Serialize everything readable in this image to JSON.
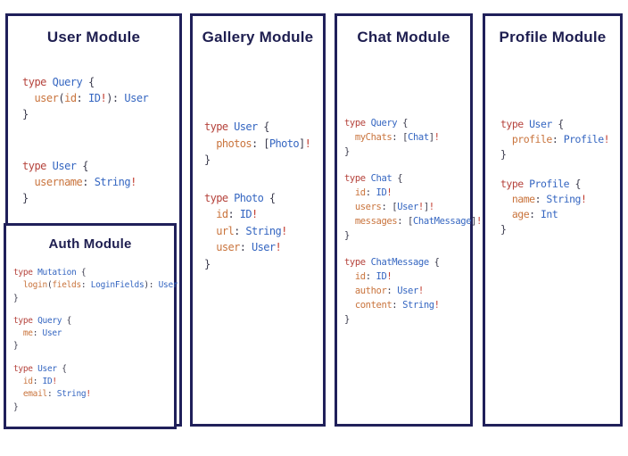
{
  "colors": {
    "panel_border": "#20205a",
    "title_text": "#1e1e50",
    "keyword_red": "#b5433c",
    "type_blue": "#3566c1",
    "field_orange": "#c9743d",
    "punctuation_dark": "#3b3b4d",
    "bang_red": "#c13b2e",
    "background": "#ffffff"
  },
  "modules": [
    {
      "id": "user",
      "title": "User Module",
      "blocks": [
        [
          [
            [
              "kw",
              "type "
            ],
            [
              "ty",
              "Query "
            ],
            [
              "pu",
              "{"
            ]
          ],
          [
            [
              "pu",
              "  "
            ],
            [
              "fd",
              "user"
            ],
            [
              "pu",
              "("
            ],
            [
              "fd",
              "id"
            ],
            [
              "pu",
              ": "
            ],
            [
              "ty",
              "ID"
            ],
            [
              "bg",
              "!"
            ],
            [
              "pu",
              "): "
            ],
            [
              "ty",
              "User"
            ]
          ],
          [
            [
              "pu",
              "}"
            ]
          ]
        ],
        [
          [
            [
              "kw",
              "type "
            ],
            [
              "ty",
              "User "
            ],
            [
              "pu",
              "{"
            ]
          ],
          [
            [
              "pu",
              "  "
            ],
            [
              "fd",
              "username"
            ],
            [
              "pu",
              ": "
            ],
            [
              "ty",
              "String"
            ],
            [
              "bg",
              "!"
            ]
          ],
          [
            [
              "pu",
              "}"
            ]
          ]
        ]
      ]
    },
    {
      "id": "gallery",
      "title": "Gallery Module",
      "blocks": [
        [
          [
            [
              "kw",
              "type "
            ],
            [
              "ty",
              "User "
            ],
            [
              "pu",
              "{"
            ]
          ],
          [
            [
              "pu",
              "  "
            ],
            [
              "fd",
              "photos"
            ],
            [
              "pu",
              ": ["
            ],
            [
              "ty",
              "Photo"
            ],
            [
              "pu",
              "]"
            ],
            [
              "bg",
              "!"
            ]
          ],
          [
            [
              "pu",
              "}"
            ]
          ]
        ],
        [
          [
            [
              "kw",
              "type "
            ],
            [
              "ty",
              "Photo "
            ],
            [
              "pu",
              "{"
            ]
          ],
          [
            [
              "pu",
              "  "
            ],
            [
              "fd",
              "id"
            ],
            [
              "pu",
              ": "
            ],
            [
              "ty",
              "ID"
            ],
            [
              "bg",
              "!"
            ]
          ],
          [
            [
              "pu",
              "  "
            ],
            [
              "fd",
              "url"
            ],
            [
              "pu",
              ": "
            ],
            [
              "ty",
              "String"
            ],
            [
              "bg",
              "!"
            ]
          ],
          [
            [
              "pu",
              "  "
            ],
            [
              "fd",
              "user"
            ],
            [
              "pu",
              ": "
            ],
            [
              "ty",
              "User"
            ],
            [
              "bg",
              "!"
            ]
          ],
          [
            [
              "pu",
              "}"
            ]
          ]
        ]
      ]
    },
    {
      "id": "chat",
      "title": "Chat Module",
      "blocks": [
        [
          [
            [
              "kw",
              "type "
            ],
            [
              "ty",
              "Query "
            ],
            [
              "pu",
              "{"
            ]
          ],
          [
            [
              "pu",
              "  "
            ],
            [
              "fd",
              "myChats"
            ],
            [
              "pu",
              ": ["
            ],
            [
              "ty",
              "Chat"
            ],
            [
              "pu",
              "]"
            ],
            [
              "bg",
              "!"
            ]
          ],
          [
            [
              "pu",
              "}"
            ]
          ]
        ],
        [
          [
            [
              "kw",
              "type "
            ],
            [
              "ty",
              "Chat "
            ],
            [
              "pu",
              "{"
            ]
          ],
          [
            [
              "pu",
              "  "
            ],
            [
              "fd",
              "id"
            ],
            [
              "pu",
              ": "
            ],
            [
              "ty",
              "ID"
            ],
            [
              "bg",
              "!"
            ]
          ],
          [
            [
              "pu",
              "  "
            ],
            [
              "fd",
              "users"
            ],
            [
              "pu",
              ": ["
            ],
            [
              "ty",
              "User"
            ],
            [
              "bg",
              "!"
            ],
            [
              "pu",
              "]"
            ],
            [
              "bg",
              "!"
            ]
          ],
          [
            [
              "pu",
              "  "
            ],
            [
              "fd",
              "messages"
            ],
            [
              "pu",
              ": ["
            ],
            [
              "ty",
              "ChatMessage"
            ],
            [
              "pu",
              "]"
            ],
            [
              "bg",
              "!"
            ]
          ],
          [
            [
              "pu",
              "}"
            ]
          ]
        ],
        [
          [
            [
              "kw",
              "type "
            ],
            [
              "ty",
              "ChatMessage "
            ],
            [
              "pu",
              "{"
            ]
          ],
          [
            [
              "pu",
              "  "
            ],
            [
              "fd",
              "id"
            ],
            [
              "pu",
              ": "
            ],
            [
              "ty",
              "ID"
            ],
            [
              "bg",
              "!"
            ]
          ],
          [
            [
              "pu",
              "  "
            ],
            [
              "fd",
              "author"
            ],
            [
              "pu",
              ": "
            ],
            [
              "ty",
              "User"
            ],
            [
              "bg",
              "!"
            ]
          ],
          [
            [
              "pu",
              "  "
            ],
            [
              "fd",
              "content"
            ],
            [
              "pu",
              ": "
            ],
            [
              "ty",
              "String"
            ],
            [
              "bg",
              "!"
            ]
          ],
          [
            [
              "pu",
              "}"
            ]
          ]
        ]
      ]
    },
    {
      "id": "profile",
      "title": "Profile Module",
      "blocks": [
        [
          [
            [
              "kw",
              "type "
            ],
            [
              "ty",
              "User "
            ],
            [
              "pu",
              "{"
            ]
          ],
          [
            [
              "pu",
              "  "
            ],
            [
              "fd",
              "profile"
            ],
            [
              "pu",
              ": "
            ],
            [
              "ty",
              "Profile"
            ],
            [
              "bg",
              "!"
            ]
          ],
          [
            [
              "pu",
              "}"
            ]
          ]
        ],
        [
          [
            [
              "kw",
              "type "
            ],
            [
              "ty",
              "Profile "
            ],
            [
              "pu",
              "{"
            ]
          ],
          [
            [
              "pu",
              "  "
            ],
            [
              "fd",
              "name"
            ],
            [
              "pu",
              ": "
            ],
            [
              "ty",
              "String"
            ],
            [
              "bg",
              "!"
            ]
          ],
          [
            [
              "pu",
              "  "
            ],
            [
              "fd",
              "age"
            ],
            [
              "pu",
              ": "
            ],
            [
              "ty",
              "Int"
            ]
          ],
          [
            [
              "pu",
              "}"
            ]
          ]
        ]
      ]
    },
    {
      "id": "auth",
      "title": "Auth Module",
      "blocks": [
        [
          [
            [
              "kw",
              "type "
            ],
            [
              "ty",
              "Mutation "
            ],
            [
              "pu",
              "{"
            ]
          ],
          [
            [
              "pu",
              "  "
            ],
            [
              "fd",
              "login"
            ],
            [
              "pu",
              "("
            ],
            [
              "fd",
              "fields"
            ],
            [
              "pu",
              ": "
            ],
            [
              "ty",
              "LoginFields"
            ],
            [
              "pu",
              "): "
            ],
            [
              "ty",
              "User"
            ]
          ],
          [
            [
              "pu",
              "}"
            ]
          ]
        ],
        [
          [
            [
              "kw",
              "type "
            ],
            [
              "ty",
              "Query "
            ],
            [
              "pu",
              "{"
            ]
          ],
          [
            [
              "pu",
              "  "
            ],
            [
              "fd",
              "me"
            ],
            [
              "pu",
              ": "
            ],
            [
              "ty",
              "User"
            ]
          ],
          [
            [
              "pu",
              "}"
            ]
          ]
        ],
        [
          [
            [
              "kw",
              "type "
            ],
            [
              "ty",
              "User "
            ],
            [
              "pu",
              "{"
            ]
          ],
          [
            [
              "pu",
              "  "
            ],
            [
              "fd",
              "id"
            ],
            [
              "pu",
              ": "
            ],
            [
              "ty",
              "ID"
            ],
            [
              "bg",
              "!"
            ]
          ],
          [
            [
              "pu",
              "  "
            ],
            [
              "fd",
              "email"
            ],
            [
              "pu",
              ": "
            ],
            [
              "ty",
              "String"
            ],
            [
              "bg",
              "!"
            ]
          ],
          [
            [
              "pu",
              "}"
            ]
          ]
        ]
      ]
    }
  ]
}
